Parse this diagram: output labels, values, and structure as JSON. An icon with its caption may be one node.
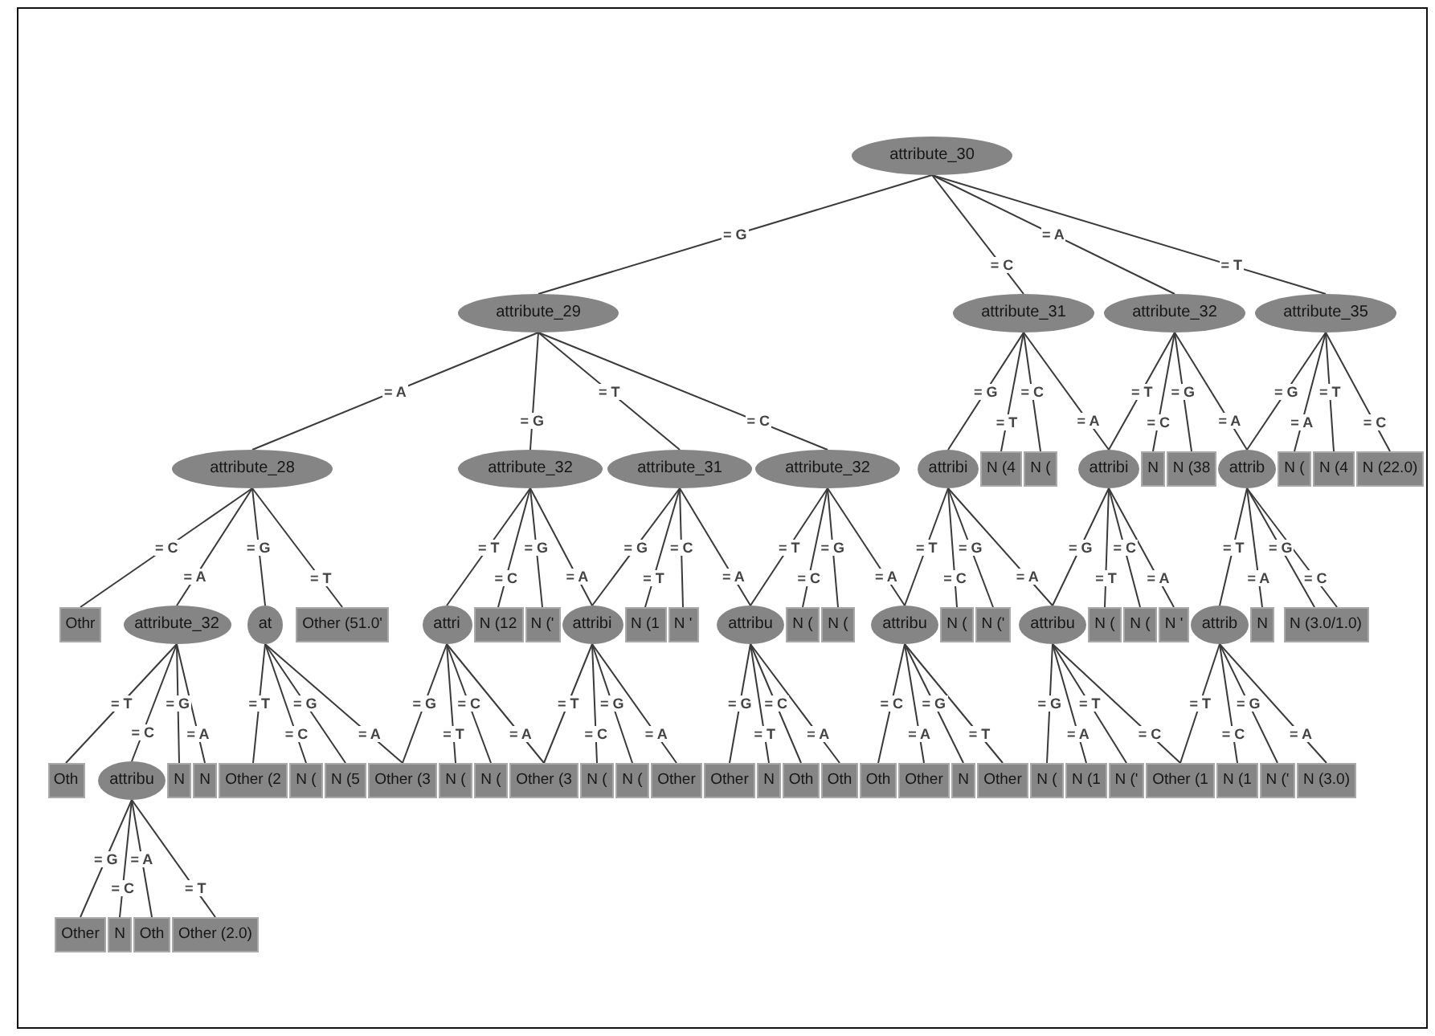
{
  "diagram": {
    "nodes": [
      {
        "text": [
          "attribute_30"
        ]
      },
      {
        "text": [
          "attribute_29"
        ]
      },
      {
        "text": [
          "attribute_31"
        ]
      },
      {
        "text": [
          "attribute_32"
        ]
      },
      {
        "text": [
          "attribute_35"
        ]
      },
      {
        "text": [
          "attribute_28"
        ]
      },
      {
        "text": [
          "attribute_32"
        ]
      },
      {
        "text": [
          "attribute_31"
        ]
      },
      {
        "text": [
          "attribute_32"
        ]
      },
      {
        "text": [
          "attribi"
        ]
      },
      {
        "text": [
          "N (4"
        ]
      },
      {
        "text": [
          "N ("
        ]
      },
      {
        "text": [
          "attribi"
        ]
      },
      {
        "text": [
          "N"
        ]
      },
      {
        "text": [
          "N (38"
        ]
      },
      {
        "text": [
          "attrib"
        ]
      },
      {
        "text": [
          "N ("
        ]
      },
      {
        "text": [
          "N (4"
        ]
      },
      {
        "text": [
          "N (22.0)"
        ]
      },
      {
        "text": [
          "Othr"
        ]
      },
      {
        "text": [
          "attribute_32"
        ]
      },
      {
        "text": [
          "at"
        ]
      },
      {
        "text": [
          "Other (51.0'"
        ]
      },
      {
        "text": [
          "attri"
        ]
      },
      {
        "text": [
          "N (12"
        ]
      },
      {
        "text": [
          "N ('"
        ]
      },
      {
        "text": [
          "attribi"
        ]
      },
      {
        "text": [
          "N (1"
        ]
      },
      {
        "text": [
          "N '"
        ]
      },
      {
        "text": [
          "attribu"
        ]
      },
      {
        "text": [
          "N ("
        ]
      },
      {
        "text": [
          "N ("
        ]
      },
      {
        "text": [
          "attribu"
        ]
      },
      {
        "text": [
          "N ("
        ]
      },
      {
        "text": [
          "N ('"
        ]
      },
      {
        "text": [
          "attribu"
        ]
      },
      {
        "text": [
          "N ("
        ]
      },
      {
        "text": [
          "N ("
        ]
      },
      {
        "text": [
          "N '"
        ]
      },
      {
        "text": [
          "attrib"
        ]
      },
      {
        "text": [
          "N"
        ]
      },
      {
        "text": [
          "N (3.0/1.0)"
        ]
      },
      {
        "text": [
          "Oth"
        ]
      },
      {
        "text": [
          "attribu"
        ]
      },
      {
        "text": [
          "N"
        ]
      },
      {
        "text": [
          "N"
        ]
      },
      {
        "text": [
          "Other (2"
        ]
      },
      {
        "text": [
          "N ("
        ]
      },
      {
        "text": [
          "N (5"
        ]
      },
      {
        "text": [
          "Other (3"
        ]
      },
      {
        "text": [
          "N ("
        ]
      },
      {
        "text": [
          "N ("
        ]
      },
      {
        "text": [
          "Other (3"
        ]
      },
      {
        "text": [
          "N ("
        ]
      },
      {
        "text": [
          "N ("
        ]
      },
      {
        "text": [
          "Other"
        ]
      },
      {
        "text": [
          "Other"
        ]
      },
      {
        "text": [
          "N"
        ]
      },
      {
        "text": [
          "Oth"
        ]
      },
      {
        "text": [
          "Oth"
        ]
      },
      {
        "text": [
          "Oth"
        ]
      },
      {
        "text": [
          "Other"
        ]
      },
      {
        "text": [
          "N"
        ]
      },
      {
        "text": [
          "Other"
        ]
      },
      {
        "text": [
          "N ("
        ]
      },
      {
        "text": [
          "N (1"
        ]
      },
      {
        "text": [
          "N ('"
        ]
      },
      {
        "text": [
          "Other (1"
        ]
      },
      {
        "text": [
          "N (1"
        ]
      },
      {
        "text": [
          "N ('"
        ]
      },
      {
        "text": [
          "N (3.0)"
        ]
      },
      {
        "text": [
          "Other"
        ]
      },
      {
        "text": [
          "N"
        ]
      },
      {
        "text": [
          "Oth"
        ]
      },
      {
        "text": [
          "Other (2.0)"
        ]
      }
    ],
    "edges": [
      {
        "from": 0,
        "to": 1,
        "arrow": "none",
        "label": "= G"
      },
      {
        "from": 0,
        "to": 2,
        "arrow": "none",
        "label": "= C"
      },
      {
        "from": 0,
        "to": 3,
        "arrow": "none",
        "label": "= A"
      },
      {
        "from": 0,
        "to": 4,
        "arrow": "none",
        "label": "= T"
      },
      {
        "from": 1,
        "to": 5,
        "arrow": "none",
        "label": "= A"
      },
      {
        "from": 1,
        "to": 6,
        "arrow": "none",
        "label": "= G"
      },
      {
        "from": 1,
        "to": 7,
        "arrow": "none",
        "label": "= T"
      },
      {
        "from": 1,
        "to": 8,
        "arrow": "none",
        "label": "= C"
      },
      {
        "from": 2,
        "to": 9,
        "arrow": "none",
        "label": "= G"
      },
      {
        "from": 2,
        "to": 10,
        "arrow": "none",
        "label": "= T"
      },
      {
        "from": 2,
        "to": 11,
        "arrow": "none",
        "label": "= C"
      },
      {
        "from": 2,
        "to": 12,
        "arrow": "none",
        "label": "= A"
      },
      {
        "from": 3,
        "to": 12,
        "arrow": "none",
        "label": "= T"
      },
      {
        "from": 3,
        "to": 13,
        "arrow": "none",
        "label": "= C"
      },
      {
        "from": 3,
        "to": 14,
        "arrow": "none",
        "label": "= G"
      },
      {
        "from": 3,
        "to": 15,
        "arrow": "none",
        "label": "= A"
      },
      {
        "from": 4,
        "to": 15,
        "arrow": "none",
        "label": "= G"
      },
      {
        "from": 4,
        "to": 16,
        "arrow": "none",
        "label": "= A"
      },
      {
        "from": 4,
        "to": 17,
        "arrow": "none",
        "label": "= T"
      },
      {
        "from": 4,
        "to": 18,
        "arrow": "none",
        "label": "= C"
      },
      {
        "from": 5,
        "to": 19,
        "arrow": "none",
        "label": "= C"
      },
      {
        "from": 5,
        "to": 20,
        "arrow": "none",
        "label": "= A"
      },
      {
        "from": 5,
        "to": 21,
        "arrow": "none",
        "label": "= G"
      },
      {
        "from": 5,
        "to": 22,
        "arrow": "none",
        "label": "= T"
      },
      {
        "from": 6,
        "to": 23,
        "arrow": "none",
        "label": "= T"
      },
      {
        "from": 6,
        "to": 24,
        "arrow": "none",
        "label": "= C"
      },
      {
        "from": 6,
        "to": 25,
        "arrow": "none",
        "label": "= G"
      },
      {
        "from": 6,
        "to": 26,
        "arrow": "none",
        "label": "= A"
      },
      {
        "from": 7,
        "to": 26,
        "arrow": "none",
        "label": "= G"
      },
      {
        "from": 7,
        "to": 27,
        "arrow": "none",
        "label": "= T"
      },
      {
        "from": 7,
        "to": 28,
        "arrow": "none",
        "label": "= C"
      },
      {
        "from": 7,
        "to": 29,
        "arrow": "none",
        "label": "= A"
      },
      {
        "from": 8,
        "to": 29,
        "arrow": "none",
        "label": "= T"
      },
      {
        "from": 8,
        "to": 30,
        "arrow": "none",
        "label": "= C"
      },
      {
        "from": 8,
        "to": 31,
        "arrow": "none",
        "label": "= G"
      },
      {
        "from": 8,
        "to": 32,
        "arrow": "none",
        "label": "= A"
      },
      {
        "from": 9,
        "to": 32,
        "arrow": "none",
        "label": "= T"
      },
      {
        "from": 9,
        "to": 33,
        "arrow": "none",
        "label": "= C"
      },
      {
        "from": 9,
        "to": 34,
        "arrow": "none",
        "label": "= G"
      },
      {
        "from": 9,
        "to": 35,
        "arrow": "none",
        "label": "= A"
      },
      {
        "from": 12,
        "to": 35,
        "arrow": "none",
        "label": "= G"
      },
      {
        "from": 12,
        "to": 36,
        "arrow": "none",
        "label": "= T"
      },
      {
        "from": 12,
        "to": 37,
        "arrow": "none",
        "label": "= C"
      },
      {
        "from": 12,
        "to": 38,
        "arrow": "none",
        "label": "= A"
      },
      {
        "from": 15,
        "to": 39,
        "arrow": "none",
        "label": "= T"
      },
      {
        "from": 15,
        "to": 40,
        "arrow": "none",
        "label": "= A"
      },
      {
        "from": 15,
        "to": 41,
        "arrow": "none",
        "label": "= G"
      },
      {
        "from": 15,
        "to": 41,
        "arrow": "none",
        "label": "= C"
      },
      {
        "from": 20,
        "to": 42,
        "arrow": "none",
        "label": "= T"
      },
      {
        "from": 20,
        "to": 43,
        "arrow": "none",
        "label": "= C"
      },
      {
        "from": 20,
        "to": 44,
        "arrow": "none",
        "label": "= G"
      },
      {
        "from": 20,
        "to": 45,
        "arrow": "none",
        "label": "= A"
      },
      {
        "from": 21,
        "to": 46,
        "arrow": "none",
        "label": "= T"
      },
      {
        "from": 21,
        "to": 47,
        "arrow": "none",
        "label": "= C"
      },
      {
        "from": 21,
        "to": 48,
        "arrow": "none",
        "label": "= G"
      },
      {
        "from": 21,
        "to": 49,
        "arrow": "none",
        "label": "= A"
      },
      {
        "from": 23,
        "to": 49,
        "arrow": "none",
        "label": "= G"
      },
      {
        "from": 23,
        "to": 50,
        "arrow": "none",
        "label": "= T"
      },
      {
        "from": 23,
        "to": 51,
        "arrow": "none",
        "label": "= C"
      },
      {
        "from": 23,
        "to": 52,
        "arrow": "none",
        "label": "= A"
      },
      {
        "from": 26,
        "to": 52,
        "arrow": "none",
        "label": "= T"
      },
      {
        "from": 26,
        "to": 53,
        "arrow": "none",
        "label": "= C"
      },
      {
        "from": 26,
        "to": 54,
        "arrow": "none",
        "label": "= G"
      },
      {
        "from": 26,
        "to": 55,
        "arrow": "none",
        "label": "= A"
      },
      {
        "from": 29,
        "to": 56,
        "arrow": "none",
        "label": "= G"
      },
      {
        "from": 29,
        "to": 57,
        "arrow": "none",
        "label": "= T"
      },
      {
        "from": 29,
        "to": 58,
        "arrow": "none",
        "label": "= C"
      },
      {
        "from": 29,
        "to": 59,
        "arrow": "none",
        "label": "= A"
      },
      {
        "from": 32,
        "to": 60,
        "arrow": "none",
        "label": "= C"
      },
      {
        "from": 32,
        "to": 61,
        "arrow": "none",
        "label": "= A"
      },
      {
        "from": 32,
        "to": 62,
        "arrow": "none",
        "label": "= G"
      },
      {
        "from": 32,
        "to": 63,
        "arrow": "none",
        "label": "= T"
      },
      {
        "from": 35,
        "to": 64,
        "arrow": "none",
        "label": "= G"
      },
      {
        "from": 35,
        "to": 65,
        "arrow": "none",
        "label": "= A"
      },
      {
        "from": 35,
        "to": 66,
        "arrow": "none",
        "label": "= T"
      },
      {
        "from": 35,
        "to": 67,
        "arrow": "none",
        "label": "= C"
      },
      {
        "from": 39,
        "to": 67,
        "arrow": "none",
        "label": "= T"
      },
      {
        "from": 39,
        "to": 68,
        "arrow": "none",
        "label": "= C"
      },
      {
        "from": 39,
        "to": 69,
        "arrow": "none",
        "label": "= G"
      },
      {
        "from": 39,
        "to": 70,
        "arrow": "none",
        "label": "= A"
      },
      {
        "from": 43,
        "to": 71,
        "arrow": "none",
        "label": "= G"
      },
      {
        "from": 43,
        "to": 72,
        "arrow": "none",
        "label": "= C"
      },
      {
        "from": 43,
        "to": 73,
        "arrow": "none",
        "label": "= A"
      },
      {
        "from": 43,
        "to": 74,
        "arrow": "none",
        "label": "= T"
      }
    ]
  }
}
